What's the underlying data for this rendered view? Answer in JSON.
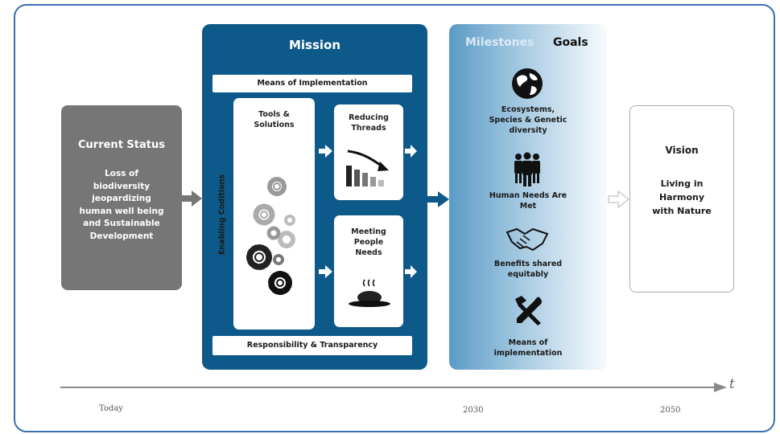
{
  "current_status": {
    "title": "Current Status",
    "lines": [
      "Loss of",
      "biodiversity",
      "jeopardizing",
      "human well being",
      "and Sustainable",
      "Development"
    ]
  },
  "mission": {
    "title": "Mission",
    "means_of_implementation": "Means of Implementation",
    "enabling_conditions": "Enabling Coditions",
    "tools_solutions": "Tools & Solutions",
    "reducing_threads": "Reducing Threads",
    "meeting_people_needs": "Meeting People Needs",
    "responsibility": "Responsibility & Transparency"
  },
  "goals_panel": {
    "milestones_label": "Milestones",
    "goals_label": "Goals",
    "items": [
      {
        "label": "Ecosystems, Species & Genetic diversity",
        "icon": "globe-icon"
      },
      {
        "label": "Human Needs Are Met",
        "icon": "people-icon"
      },
      {
        "label": "Benefits shared equitably",
        "icon": "handshake-icon"
      },
      {
        "label": "Means of implementation",
        "icon": "tools-icon"
      }
    ]
  },
  "vision": {
    "title": "Vision",
    "lines": [
      "Living in",
      "Harmony",
      "with Nature"
    ]
  },
  "timeline": {
    "axis_label": "t",
    "years": [
      "Today",
      "2030",
      "2050"
    ]
  },
  "colors": {
    "mission_blue": "#0d5a8a",
    "status_gray": "#767676",
    "frame_blue": "#3a6fb0"
  }
}
